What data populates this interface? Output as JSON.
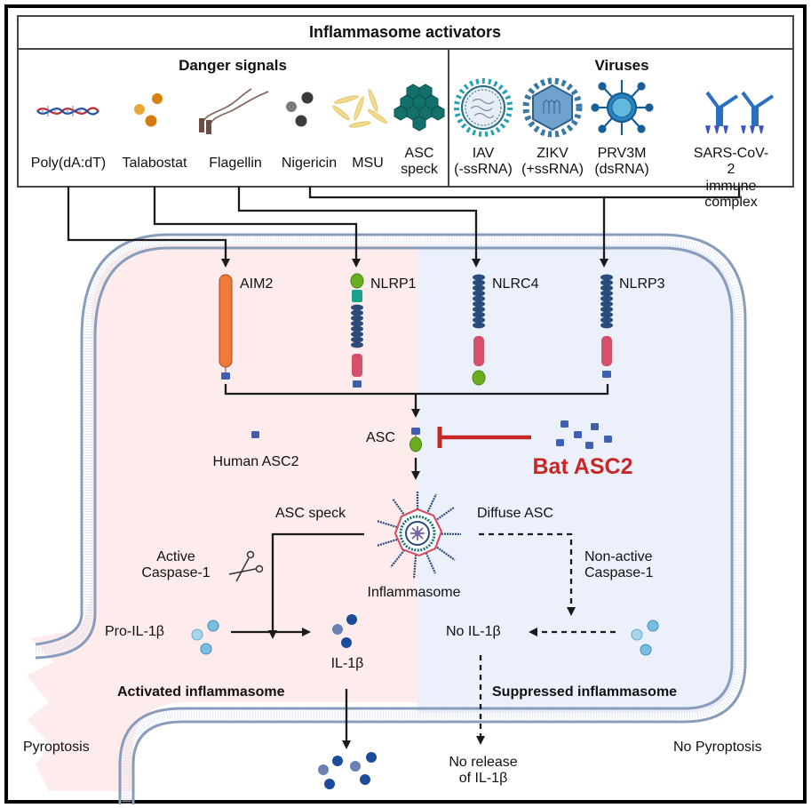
{
  "header": {
    "title": "Inflammasome activators",
    "danger_signals_title": "Danger signals",
    "viruses_title": "Viruses"
  },
  "danger_signals": [
    {
      "label": "Poly(dA:dT)",
      "icon": "dna-icon"
    },
    {
      "label": "Talabostat",
      "icon": "orange-molecules-icon"
    },
    {
      "label": "Flagellin",
      "icon": "flagellin-icon"
    },
    {
      "label": "Nigericin",
      "icon": "gray-molecules-icon"
    },
    {
      "label": "MSU",
      "icon": "crystal-needles-icon"
    },
    {
      "label": "ASC\nspeck",
      "icon": "hexagon-cluster-icon"
    }
  ],
  "viruses": [
    {
      "label": "IAV\n(-ssRNA)",
      "icon": "influenza-virus-icon"
    },
    {
      "label": "ZIKV\n(+ssRNA)",
      "icon": "zika-virus-icon"
    },
    {
      "label": "PRV3M\n(dsRNA)",
      "icon": "reovirus-icon"
    },
    {
      "label": "SARS-CoV-2\nimmune complex",
      "icon": "antibody-complex-icon"
    }
  ],
  "sensors": [
    {
      "label": "AIM2"
    },
    {
      "label": "NLRP1"
    },
    {
      "label": "NLRC4"
    },
    {
      "label": "NLRP3"
    }
  ],
  "adaptor": {
    "asc_label": "ASC",
    "human_asc2_label": "Human ASC2",
    "bat_asc2_label": "Bat ASC2"
  },
  "inflammasome": {
    "label": "Inflammasome",
    "asc_speck_label": "ASC speck",
    "diffuse_asc_label": "Diffuse ASC",
    "active_caspase_label": "Active\nCaspase-1",
    "nonactive_caspase_label": "Non-active\nCaspase-1"
  },
  "activated_side": {
    "pro_il1b_label": "Pro-IL-1β",
    "il1b_label": "IL-1β",
    "title": "Activated inflammasome",
    "outcome": "Pyroptosis"
  },
  "suppressed_side": {
    "no_il1b_label": "No IL-1β",
    "title": "Suppressed inflammasome",
    "no_release_label": "No release\nof IL-1β",
    "outcome": "No Pyroptosis"
  },
  "colors": {
    "activated_bg": "#fdeceb",
    "suppressed_bg": "#ebf0fa",
    "inhibition": "#c62828",
    "membrane": "#8a9cbc",
    "pyrin_domain": "#3f5fb5",
    "card_domain": "#6aad1e",
    "lrr_domain": "#2c4b7d",
    "nacht_domain": "#d6506a",
    "aim2_hin": "#f07a3a"
  }
}
